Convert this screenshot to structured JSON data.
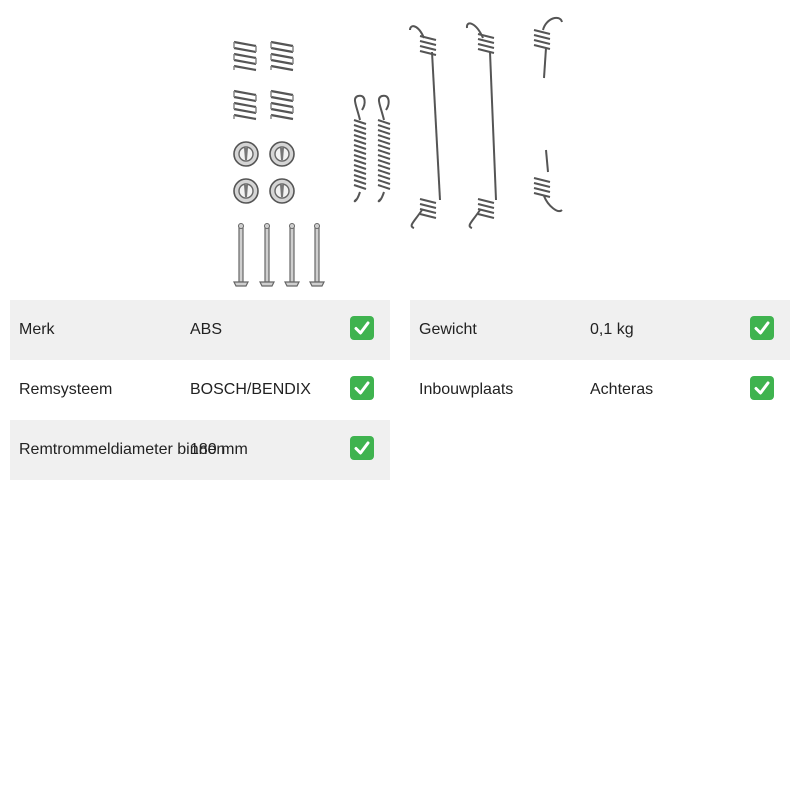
{
  "specs_left": [
    {
      "label": "Merk",
      "value": "ABS"
    },
    {
      "label": "Remsysteem",
      "value": "BOSCH/BENDIX"
    },
    {
      "label": "Remtrommeldiameter binnen",
      "value": "180 mm"
    }
  ],
  "specs_right": [
    {
      "label": "Gewicht",
      "value": "0,1 kg"
    },
    {
      "label": "Inbouwplaats",
      "value": "Achteras"
    }
  ],
  "check_icon": "check-mark-button-icon",
  "colors": {
    "check": "#3fb34f",
    "row_alt": "#f0f0f0"
  }
}
